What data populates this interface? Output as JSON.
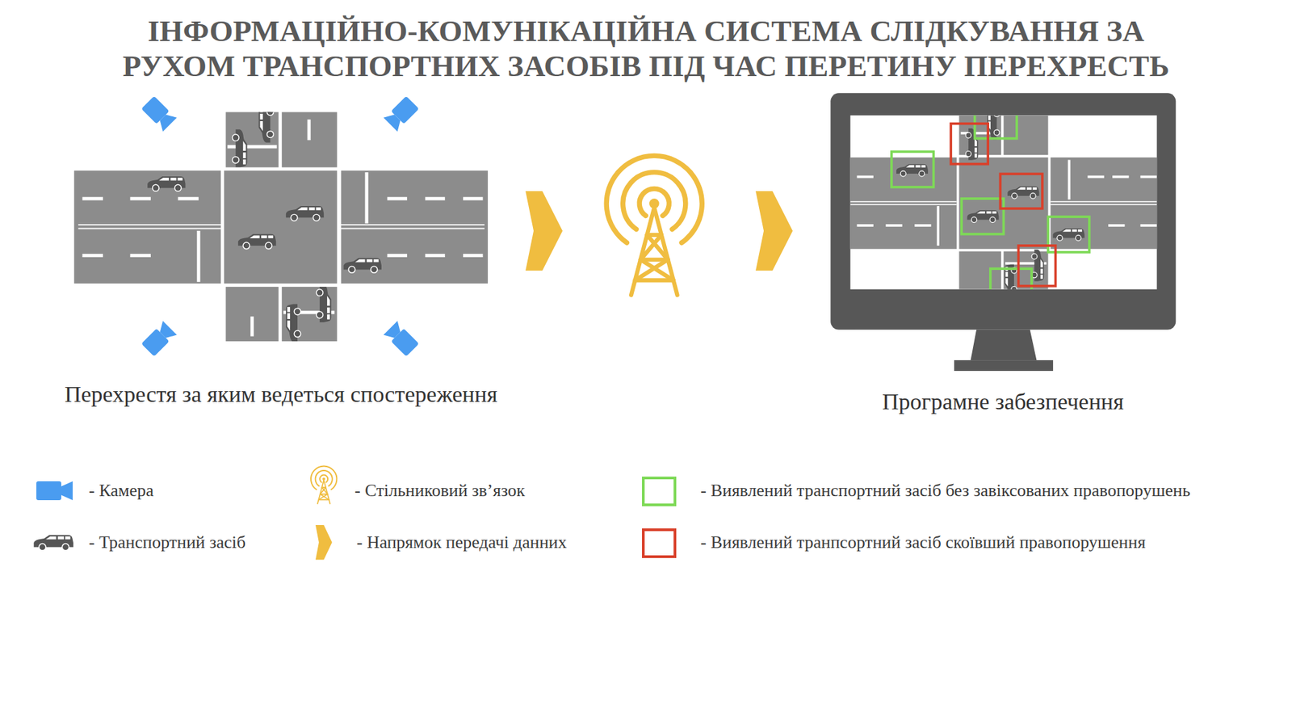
{
  "diagram": {
    "title": "ІНФОРМАЦІЙНО-КОМУНІКАЦІЙНА СИСТЕМА СЛІДКУВАННЯ ЗА РУХОМ ТРАНСПОРТНИХ ЗАСОБІВ ПІД ЧАС ПЕРЕТИНУ ПЕРЕХРЕСТЬ",
    "nodes": [
      {
        "text": [
          "Перехрестя за яким ведеться спостереження"
        ]
      },
      {
        "text": [
          "Програмне забезпечення"
        ]
      }
    ],
    "edges": [
      {
        "from": 0,
        "to": 1,
        "arrow": "to"
      }
    ],
    "legend": [
      {
        "text": "- Камера",
        "color": "#4a9cf0"
      },
      {
        "text": "- Стільниковий зв’язок"
      },
      {
        "text": "- Виявлений транспортний засіб без завіксованих правопорушень",
        "color": "#7ed957"
      },
      {
        "text": "- Транспортний засіб"
      },
      {
        "text": "- Напрямок передачі данних"
      },
      {
        "text": "- Виявлений транпсортний засіб скоївший правопорушення",
        "color": "#d9412b"
      }
    ]
  }
}
